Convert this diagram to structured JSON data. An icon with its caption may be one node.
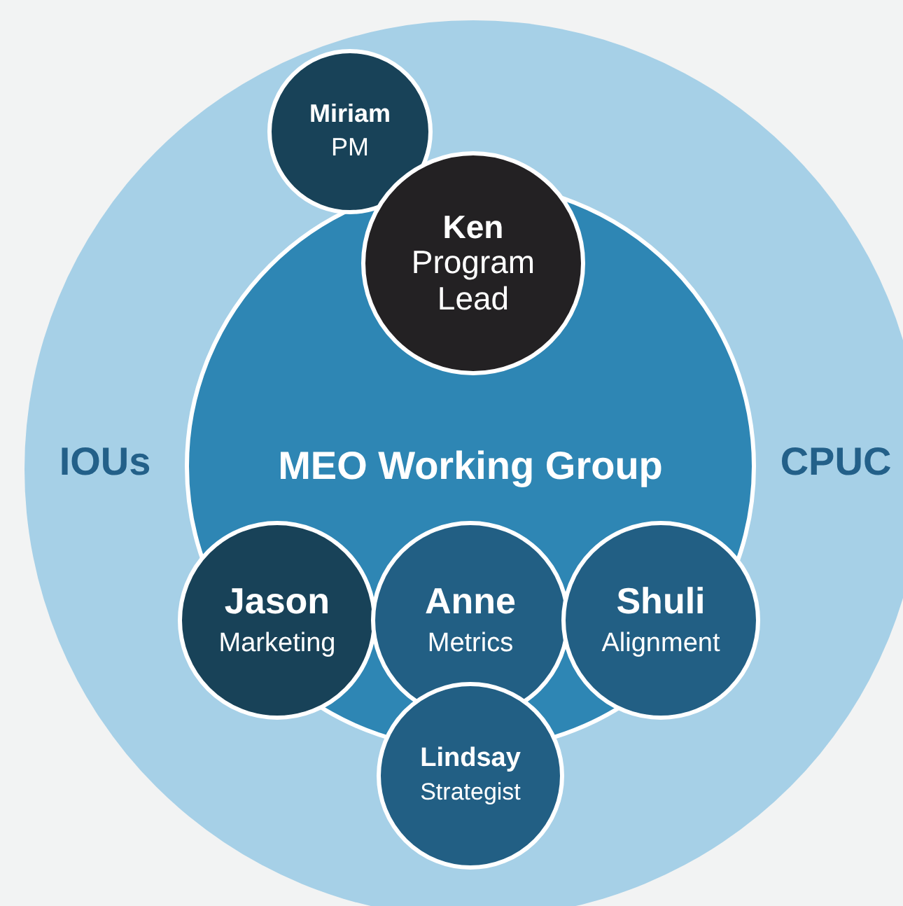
{
  "diagram": {
    "nodes": [
      {
        "text": [
          "IOUs",
          "CPUC"
        ]
      },
      {
        "text": [
          "Miriam",
          "PM"
        ],
        "in": 0
      },
      {
        "text": [
          "MEO Working Group"
        ],
        "in": 0
      },
      {
        "text": [
          "Ken",
          "Program Lead"
        ],
        "in": 0
      },
      {
        "text": [
          "Jason",
          "Marketing"
        ],
        "in": 2
      },
      {
        "text": [
          "Anne",
          "Metrics"
        ],
        "in": 2
      },
      {
        "text": [
          "Shuli",
          "Alignment"
        ],
        "in": 2
      },
      {
        "text": [
          "Lindsay",
          "Strategist"
        ],
        "in": 0
      }
    ],
    "edges": []
  }
}
